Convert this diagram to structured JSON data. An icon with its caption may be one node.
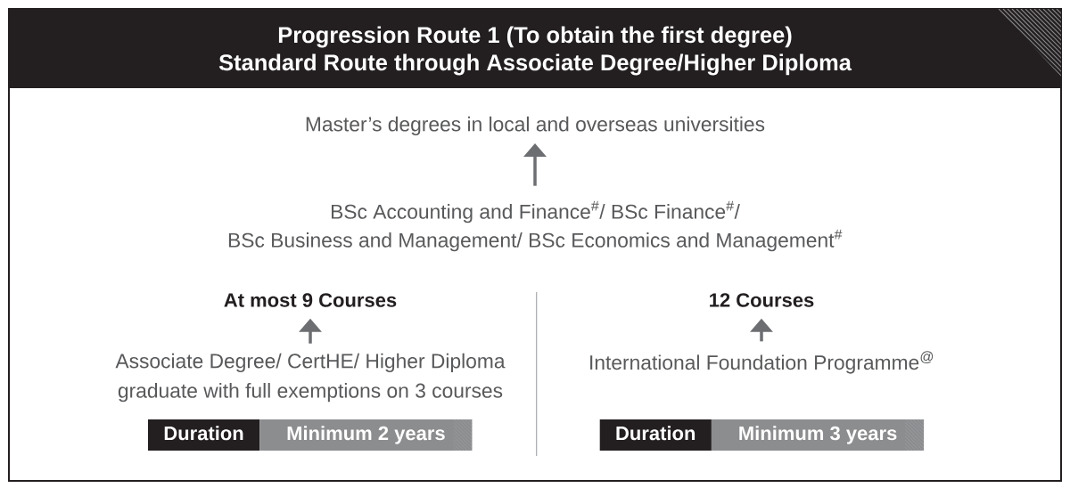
{
  "diagram": {
    "nodes": [
      {
        "text": [
          "Progression Route 1 (To obtain the first degree)",
          "Standard Route through Associate Degree/Higher Diploma"
        ]
      },
      {
        "text": [
          "Master’s degrees in local and overseas universities"
        ],
        "in": 0
      },
      {
        "text": [
          "BSc Accounting and Finance$^{#}$/ BSc Finance$^{#}$/ BSc Business and Management/ BSc Economics and Management$^{#}$"
        ],
        "in": 0
      },
      {
        "text": [
          "At most 9 Courses"
        ],
        "in": 0
      },
      {
        "text": [
          "Associate Degree/ CertHE/ Higher Diploma graduate with full exemptions on 3 courses"
        ],
        "in": 0
      },
      {
        "text": [
          "Duration",
          "Minimum 2 years"
        ],
        "in": 0
      },
      {
        "text": [
          "12 Courses"
        ],
        "in": 0
      },
      {
        "text": [
          "International Foundation Programme$^{@}$"
        ],
        "in": 0
      },
      {
        "text": [
          "Duration",
          "Minimum 3 years"
        ],
        "in": 0
      }
    ],
    "edges": [
      {
        "from": 2,
        "to": 1,
        "arrow": "to"
      },
      {
        "from": 4,
        "to": 3,
        "arrow": "to"
      },
      {
        "from": 7,
        "to": 6,
        "arrow": "to"
      }
    ]
  }
}
